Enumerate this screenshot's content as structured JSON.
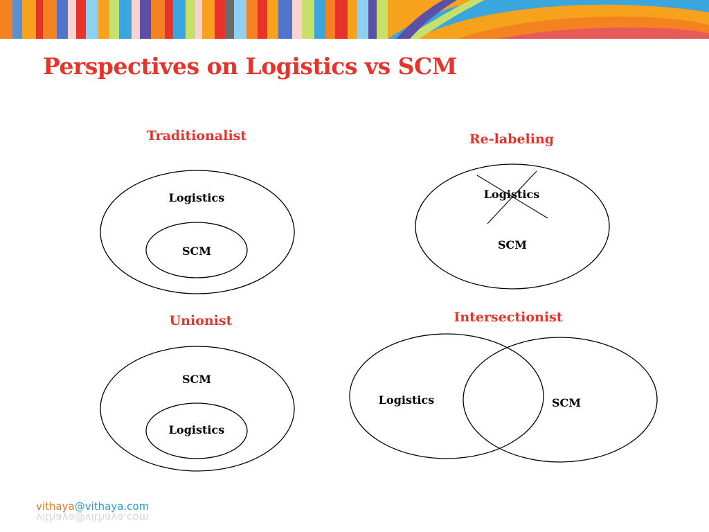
{
  "slide": {
    "title": "Perspectives on Logistics vs SCM",
    "accent_color": "#e8332a"
  },
  "panels": {
    "traditionalist": {
      "title": "Traditionalist",
      "outer_label": "Logistics",
      "inner_label": "SCM"
    },
    "relabeling": {
      "title": "Re-labeling",
      "crossed_label": "Logistics",
      "label": "SCM"
    },
    "unionist": {
      "title": "Unionist",
      "outer_label": "SCM",
      "inner_label": "Logistics"
    },
    "intersectionist": {
      "title": "Intersectionist",
      "left_label": "Logistics",
      "right_label": "SCM"
    }
  },
  "footer": {
    "email_user": "vithaya",
    "email_domain": "@vithaya.com"
  }
}
